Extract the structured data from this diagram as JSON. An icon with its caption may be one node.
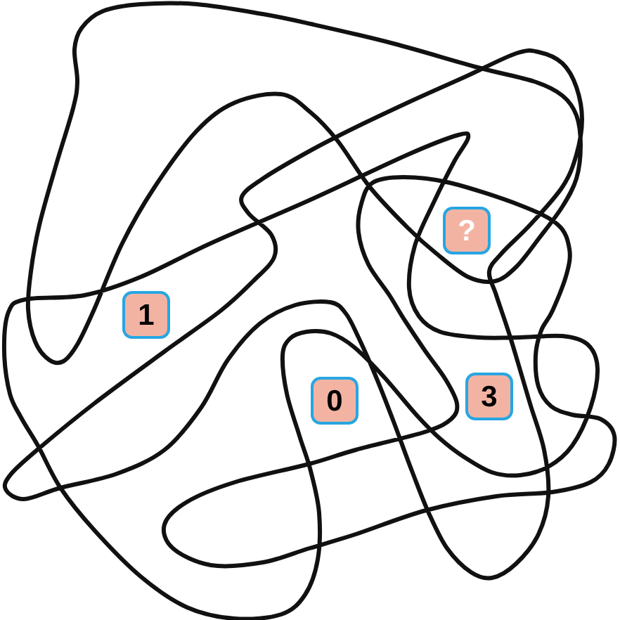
{
  "diagram": {
    "nodes": [
      {
        "text": [
          "?"
        ]
      },
      {
        "text": [
          "1"
        ]
      },
      {
        "text": [
          "0"
        ]
      },
      {
        "text": [
          "3"
        ]
      }
    ]
  }
}
